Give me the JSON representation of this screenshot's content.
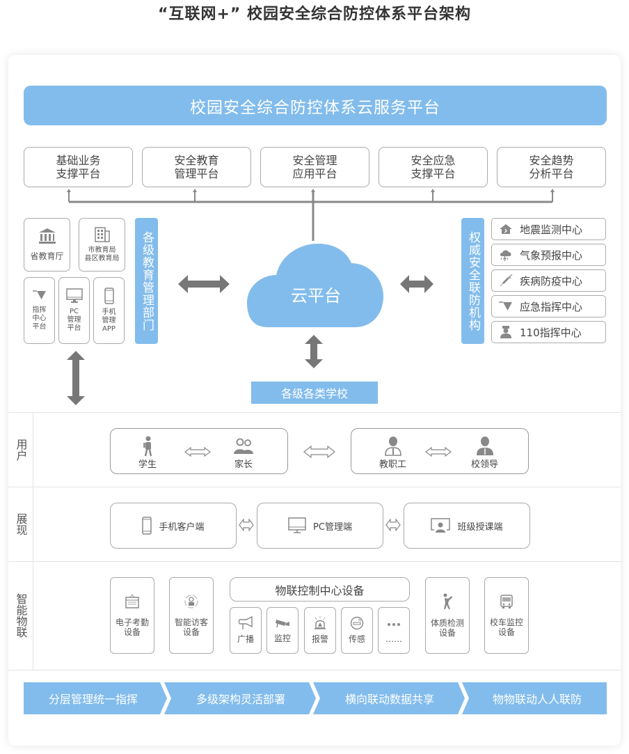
{
  "title": "“互联网+” 校园安全综合防控体系平台架构",
  "cloud_service_platform": "校园安全综合防控体系云服务平台",
  "platforms": [
    {
      "label": "基础业务\n支撑平台"
    },
    {
      "label": "安全教育\n管理平台"
    },
    {
      "label": "安全管理\n应用平台"
    },
    {
      "label": "安全应急\n支撑平台"
    },
    {
      "label": "安全趋势\n分析平台"
    }
  ],
  "education_dept": {
    "label": "各级教育管理部门",
    "units": [
      {
        "label": "省教育厅",
        "icon": "government-building-icon"
      },
      {
        "label": "市教育局\n县区教育局",
        "icon": "office-building-icon"
      }
    ],
    "terminals": [
      {
        "label": "指挥\n中心\n平台",
        "icon": "funnel-command-icon"
      },
      {
        "label": "PC\n管理\n平台",
        "icon": "monitor-icon"
      },
      {
        "label": "手机\n管理\nAPP",
        "icon": "smartphone-icon"
      }
    ]
  },
  "cloud": {
    "label": "云平台"
  },
  "schools": {
    "label": "各级各类学校"
  },
  "agencies": {
    "label": "权威安全联防机构",
    "items": [
      {
        "label": "地震监测中心",
        "icon": "broken-house-icon"
      },
      {
        "label": "气象预报中心",
        "icon": "storm-cloud-icon"
      },
      {
        "label": "疾病防疫中心",
        "icon": "syringe-icon"
      },
      {
        "label": "应急指挥中心",
        "icon": "funnel-command-icon"
      },
      {
        "label": "110指挥中心",
        "icon": "police-officer-icon"
      }
    ]
  },
  "rows": {
    "users": {
      "label": "用户",
      "groups": [
        {
          "items": [
            {
              "label": "学生",
              "icon": "student-icon"
            },
            {
              "label": "家长",
              "icon": "parents-icon"
            }
          ]
        },
        {
          "items": [
            {
              "label": "教职工",
              "icon": "staff-icon"
            },
            {
              "label": "校领导",
              "icon": "leader-icon"
            }
          ]
        }
      ]
    },
    "display": {
      "label": "展现",
      "clients": [
        {
          "label": "手机客户端",
          "icon": "smartphone-icon"
        },
        {
          "label": "PC管理端",
          "icon": "monitor-icon"
        },
        {
          "label": "班级授课端",
          "icon": "classroom-screen-icon"
        }
      ]
    },
    "iot": {
      "label": "智能物联",
      "devices_left": [
        {
          "label": "电子考勤\n设备",
          "icon": "attendance-board-icon"
        },
        {
          "label": "智能访客\n设备",
          "icon": "visitor-icon"
        }
      ],
      "control_center": {
        "label": "物联控制中心设备",
        "items": [
          {
            "label": "广播",
            "icon": "megaphone-icon"
          },
          {
            "label": "监控",
            "icon": "cctv-camera-icon"
          },
          {
            "label": "报警",
            "icon": "alarm-light-icon"
          },
          {
            "label": "传感",
            "icon": "smoke-sensor-icon"
          },
          {
            "label": "……",
            "icon": "more-dots-icon"
          }
        ]
      },
      "devices_right": [
        {
          "label": "体质检测\n设备",
          "icon": "exercise-person-icon"
        },
        {
          "label": "校车监控\n设备",
          "icon": "school-bus-icon"
        }
      ]
    }
  },
  "features": [
    "分层管理统一指挥",
    "多级架构灵活部署",
    "横向联动数据共享",
    "物物联动人人联防"
  ],
  "colors": {
    "accent_blue": "#82bcec",
    "line_gray": "#888888",
    "border_gray": "#aaaaaa"
  }
}
